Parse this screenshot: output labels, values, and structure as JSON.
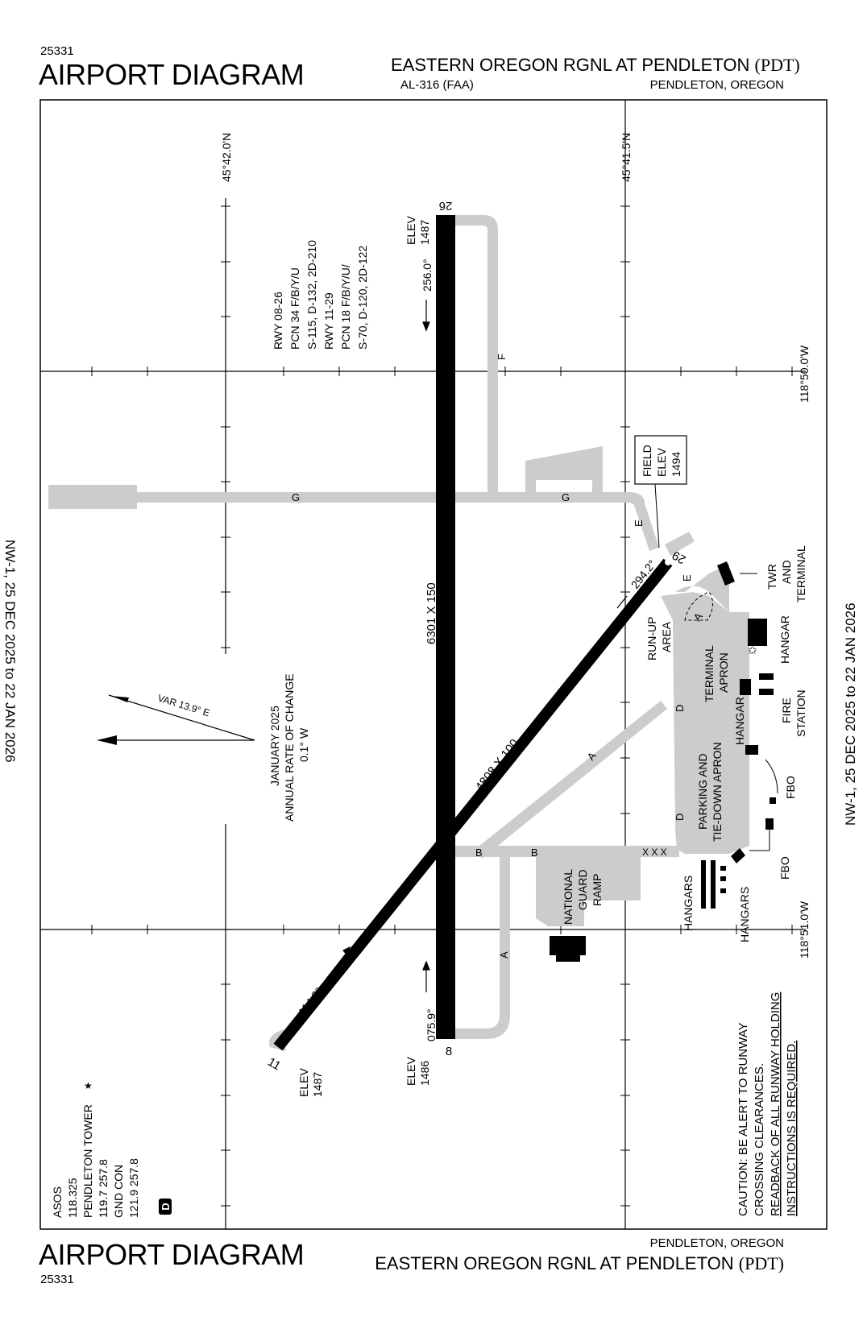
{
  "header": {
    "chart_number": "25331",
    "title": "AIRPORT DIAGRAM",
    "airport_name": "EASTERN OREGON RGNL AT PENDLETON",
    "airport_id": "(PDT)",
    "procedure_id": "AL-316 (FAA)",
    "location": "PENDLETON, OREGON"
  },
  "footer": {
    "chart_number": "25331",
    "title": "AIRPORT DIAGRAM",
    "airport_name": "EASTERN OREGON RGNL AT PENDLETON",
    "airport_id": "(PDT)",
    "location": "PENDLETON, OREGON"
  },
  "effective_dates": {
    "left": "NW-1,  25 DEC 2025  to  22 JAN 2026",
    "right": "NW-1,  25 DEC 2025  to  22 JAN 2026"
  },
  "grid": {
    "lat_1": "45°42.0'N",
    "lat_2": "45°41.5'N",
    "lon_1": "118°50.0'W",
    "lon_2": "118°51.0'W"
  },
  "runway_info": {
    "line1": "RWY 08-26",
    "line2": "PCN 34 F/B/Y/U",
    "line3": "S-115, D-132, 2D-210",
    "line4": "RWY 11-29",
    "line5": "PCN 18 F/B/Y/U/",
    "line6": "S-70, D-120, 2D-122"
  },
  "runways": {
    "rwy26": {
      "number": "26",
      "elev_label": "ELEV",
      "elev": "1487",
      "heading": "256.0°"
    },
    "rwy8": {
      "number": "8",
      "elev_label": "ELEV",
      "elev": "1486",
      "heading": "075.9°"
    },
    "rwy11": {
      "number": "11",
      "elev_label": "ELEV",
      "elev": "1487",
      "heading": "114.2°"
    },
    "rwy29": {
      "number": "29",
      "heading": "294.2°"
    },
    "dims_08_26": "6301 X 150",
    "dims_11_29": "4808 X 100"
  },
  "field_elev": {
    "line1": "FIELD",
    "line2": "ELEV",
    "line3": "1494"
  },
  "magvar": {
    "label": "VAR 13.9° E",
    "line1": "JANUARY 2025",
    "line2": "ANNUAL RATE OF CHANGE",
    "line3": "0.1° W"
  },
  "taxiways": {
    "A": "A",
    "B": "B",
    "D": "D",
    "E": "E",
    "F": "F",
    "G": "G"
  },
  "facilities": {
    "twr_terminal": [
      "TWR",
      "AND",
      "TERMINAL"
    ],
    "hangar": "HANGAR",
    "fire_station": [
      "FIRE",
      "STATION"
    ],
    "fbo": "FBO",
    "hangars": "HANGARS",
    "runup_area": [
      "RUN-UP",
      "AREA"
    ],
    "terminal_apron": [
      "TERMINAL",
      "APRON"
    ],
    "parking_apron": [
      "PARKING AND",
      "TIE-DOWN APRON"
    ],
    "national_guard": [
      "NATIONAL",
      "GUARD",
      "RAMP"
    ],
    "xxx": "X X X"
  },
  "comms": {
    "asos_label": "ASOS",
    "asos_freq": "118.325",
    "tower_label": "PENDLETON TOWER",
    "tower_freq": "119.7  257.8",
    "gnd_label": "GND CON",
    "gnd_freq": "121.9  257.8",
    "d_symbol": "D"
  },
  "caution": {
    "line1": "CAUTION: BE ALERT TO RUNWAY",
    "line2": "CROSSING CLEARANCES.",
    "line3": "READBACK OF ALL RUNWAY HOLDING",
    "line4": "INSTRUCTIONS IS REQUIRED."
  }
}
